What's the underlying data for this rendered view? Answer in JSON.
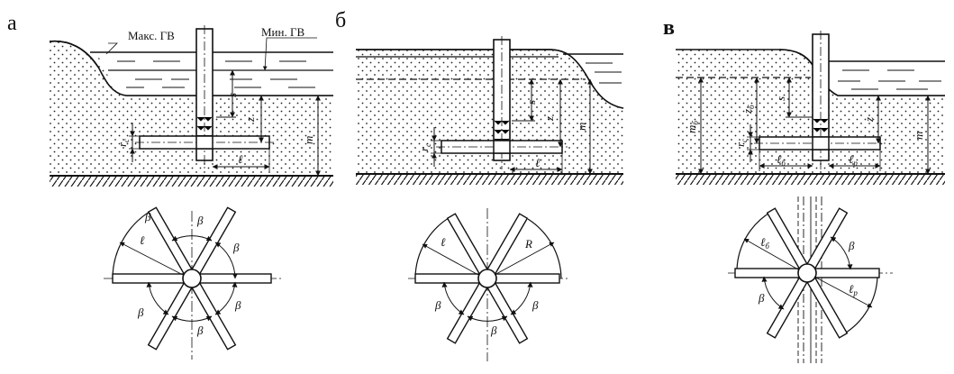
{
  "panels": [
    {
      "letter": "а",
      "labels": {
        "max_gw": "Макс. ГВ",
        "min_gw": "Мин. ГВ",
        "s": "s",
        "z": "z",
        "m": "m",
        "rc": "r",
        "rc_sub": "c",
        "l": "ℓ"
      },
      "plan": {
        "l": "ℓ",
        "beta": [
          "β",
          "β",
          "β",
          "β",
          "β",
          "β"
        ]
      }
    },
    {
      "letter": "б",
      "labels": {
        "s": "s",
        "z": "z",
        "m": "m",
        "rc": "r",
        "rc_sub": "c",
        "l": "ℓ"
      },
      "plan": {
        "l": "ℓ",
        "R": "R",
        "beta": [
          "β",
          "β",
          "β"
        ]
      }
    },
    {
      "letter": "в",
      "labels": {
        "mb": "m",
        "mb_sub": "б",
        "zb": "z",
        "zb_sub": "б",
        "s": "s",
        "z": "z",
        "m": "m",
        "rc": "r",
        "rc_sub": "c",
        "lb": "ℓ",
        "lb_sub": "б",
        "lr": "ℓ",
        "lr_sub": "р"
      },
      "plan": {
        "lb": "ℓ",
        "lb_sub": "б",
        "lr": "ℓ",
        "lr_sub": "р",
        "beta": [
          "β",
          "β"
        ]
      }
    }
  ]
}
